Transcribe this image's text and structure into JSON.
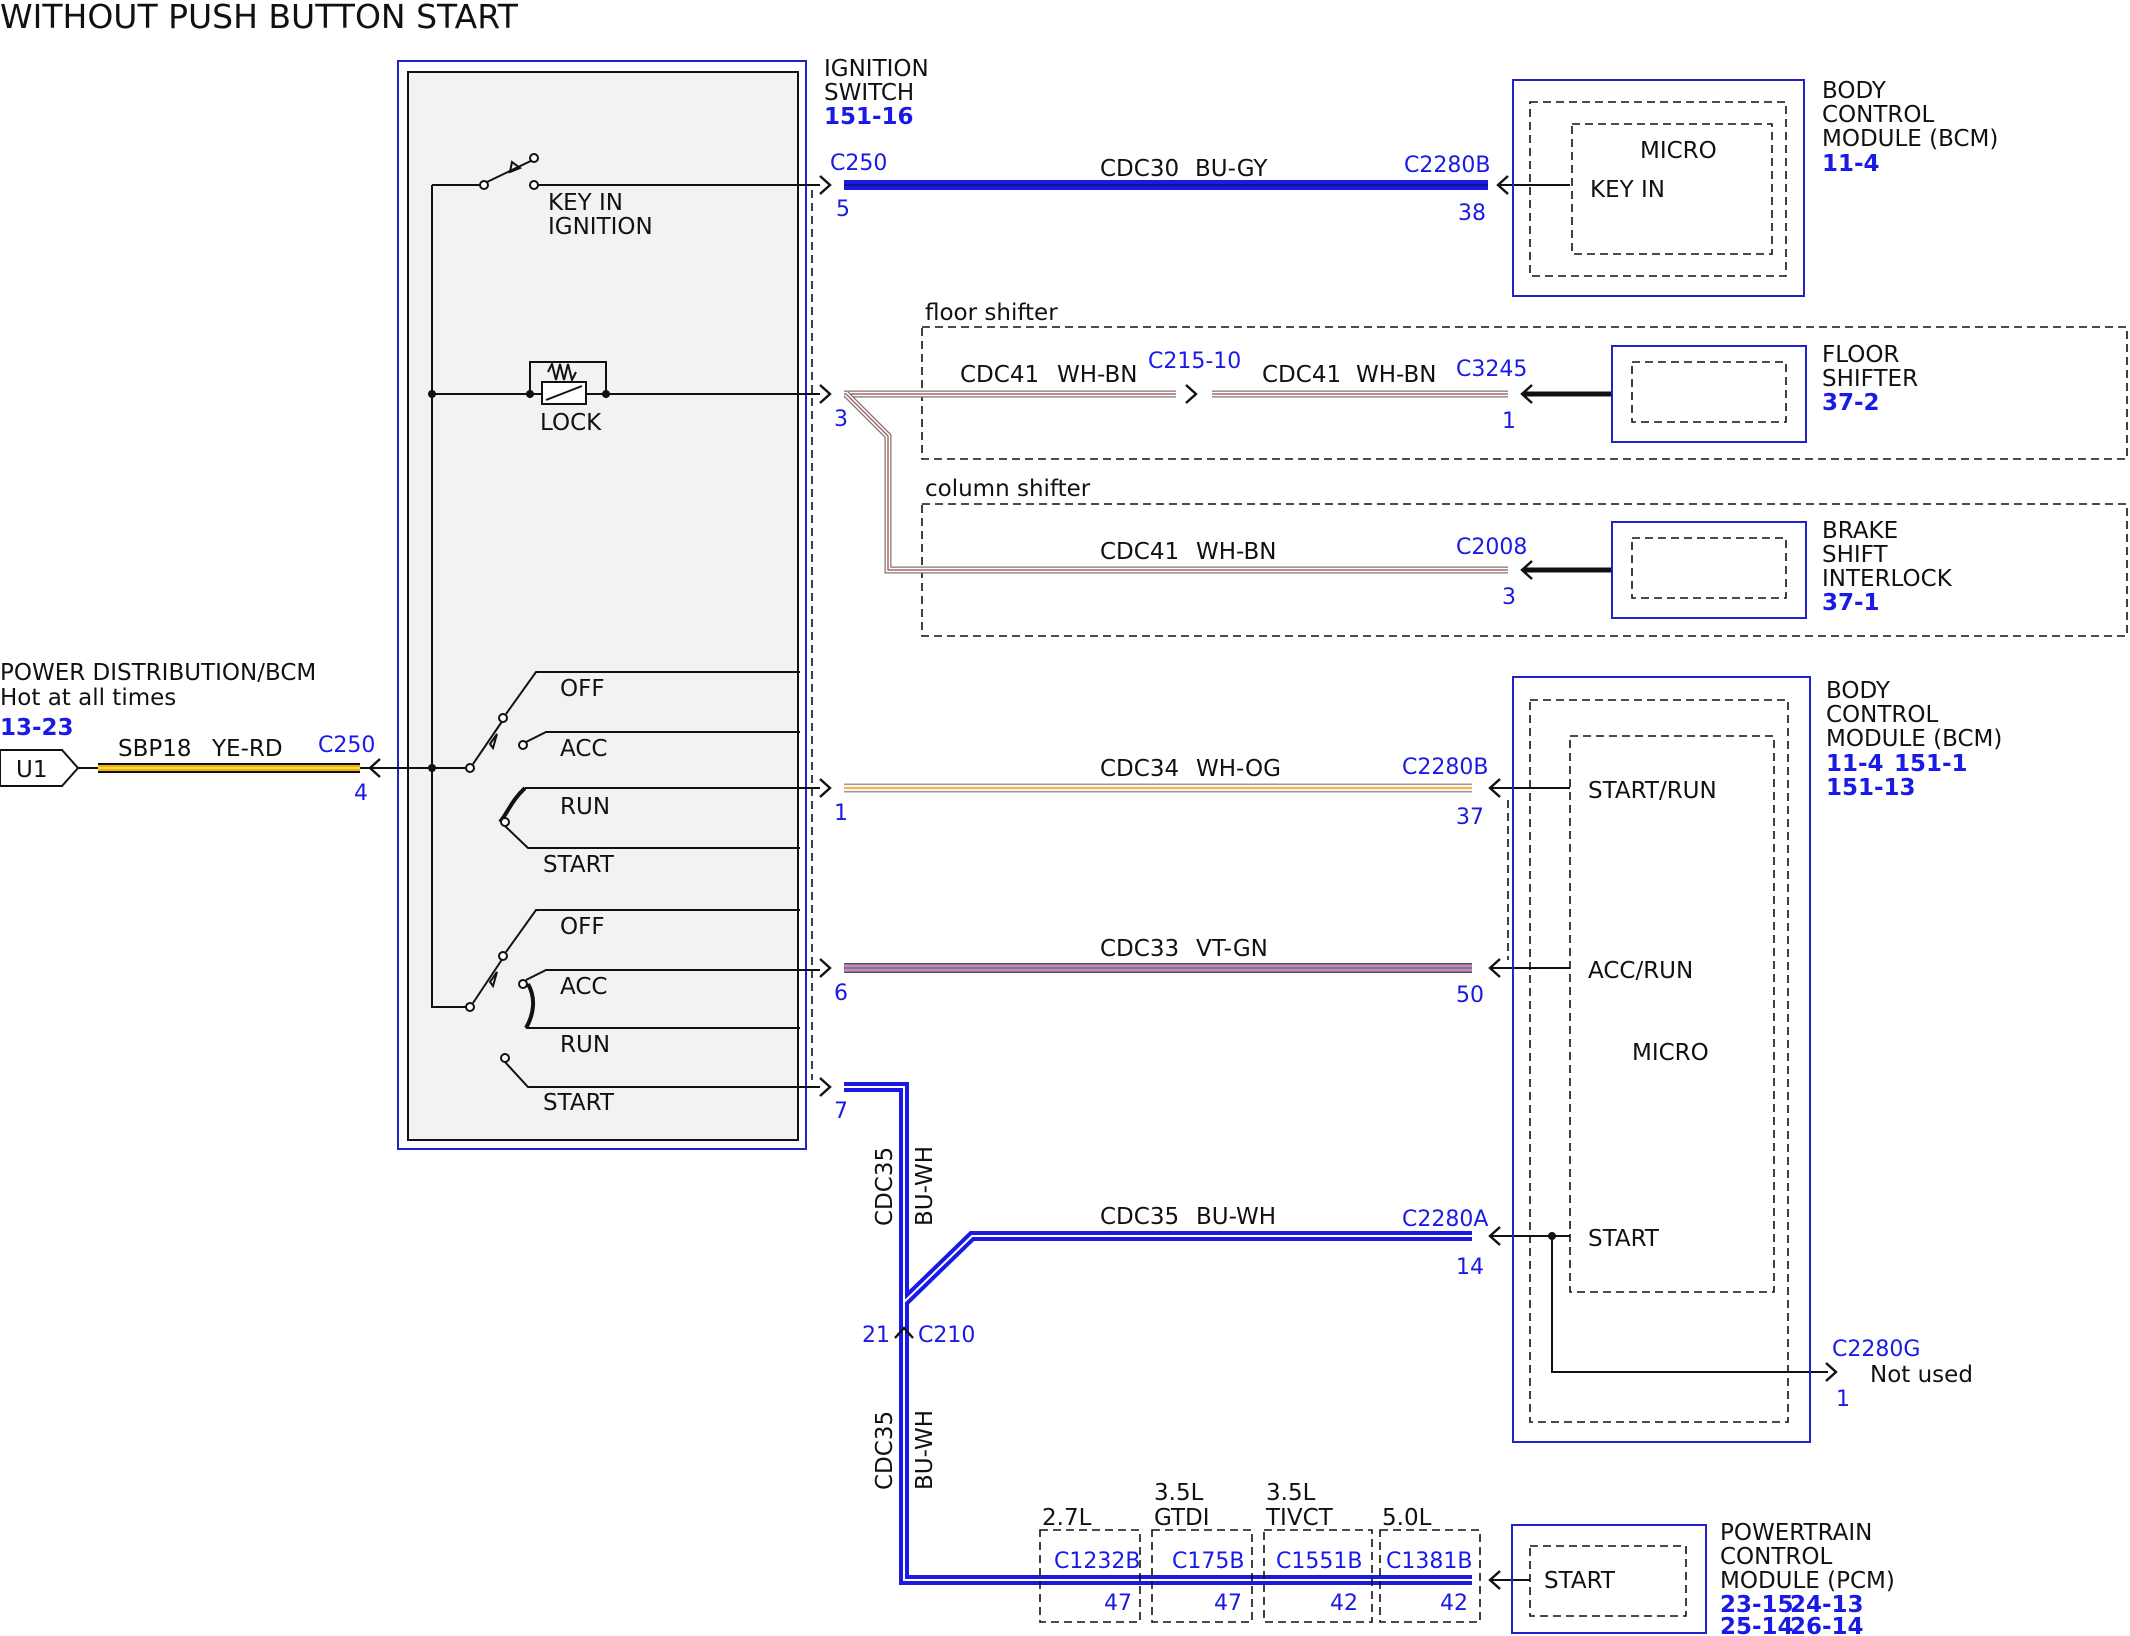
{
  "title": "WITHOUT PUSH BUTTON START",
  "ignition_switch": {
    "name_lines": [
      "IGNITION",
      "SWITCH"
    ],
    "ref": "151-16"
  },
  "switch_labels": {
    "key_in": [
      "KEY IN",
      "IGNITION"
    ],
    "lock": "LOCK",
    "positions_1": [
      "OFF",
      "ACC",
      "RUN",
      "START"
    ],
    "positions_2": [
      "OFF",
      "ACC",
      "RUN",
      "START"
    ]
  },
  "power_source": {
    "lines": [
      "POWER DISTRIBUTION/BCM",
      "Hot at all times"
    ],
    "ref": "13-23",
    "terminal": "U1",
    "circuit": "SBP18",
    "color": "YE-RD",
    "connector": "C250",
    "pin": "4"
  },
  "wires": {
    "key_in": {
      "circuit": "CDC30",
      "color": "BU-GY",
      "from_conn": "C250",
      "from_pin": "5",
      "to_conn": "C2280B",
      "to_pin": "38"
    },
    "floor_a": {
      "circuit": "CDC41",
      "color": "WH-BN",
      "from_pin": "3",
      "inline_conn": "C215-10"
    },
    "floor_b": {
      "circuit": "CDC41",
      "color": "WH-BN",
      "to_conn": "C3245",
      "to_pin": "1"
    },
    "column": {
      "circuit": "CDC41",
      "color": "WH-BN",
      "to_conn": "C2008",
      "to_pin": "3"
    },
    "start_run": {
      "circuit": "CDC34",
      "color": "WH-OG",
      "from_pin": "1",
      "to_conn": "C2280B",
      "to_pin": "37"
    },
    "acc_run": {
      "circuit": "CDC33",
      "color": "VT-GN",
      "from_pin": "6",
      "to_pin": "50"
    },
    "start": {
      "circuit": "CDC35",
      "color": "BU-WH",
      "from_pin": "7",
      "to_conn": "C2280A",
      "to_pin": "14"
    },
    "start_vertical": {
      "circuit": "CDC35",
      "color": "BU-WH"
    },
    "splice": {
      "conn": "C210",
      "pin": "21"
    },
    "pcm_vertical": {
      "circuit": "CDC35",
      "color": "BU-WH"
    }
  },
  "option_boxes": {
    "floor": "floor shifter",
    "column": "column shifter"
  },
  "modules": {
    "bcm_top": {
      "name_lines": [
        "BODY",
        "CONTROL",
        "MODULE (BCM)"
      ],
      "ref": "11-4",
      "micro": "MICRO",
      "pin_label": "KEY IN"
    },
    "floor_shifter": {
      "name_lines": [
        "FLOOR",
        "SHIFTER"
      ],
      "ref": "37-2"
    },
    "bsi": {
      "name_lines": [
        "BRAKE",
        "SHIFT",
        "INTERLOCK"
      ],
      "ref": "37-1"
    },
    "bcm_bottom": {
      "name_lines": [
        "BODY",
        "CONTROL",
        "MODULE (BCM)"
      ],
      "refs": [
        "11-4",
        "151-1",
        "151-13"
      ],
      "pins": [
        "START/RUN",
        "ACC/RUN",
        "START"
      ],
      "micro": "MICRO",
      "unused_conn": "C2280G",
      "unused_pin": "1",
      "unused_text": "Not used"
    },
    "pcm": {
      "name_lines": [
        "POWERTRAIN",
        "CONTROL",
        "MODULE (PCM)"
      ],
      "refs": [
        "23-15",
        "24-13",
        "25-14",
        "26-14"
      ],
      "pin_label": "START"
    }
  },
  "engine_options": [
    {
      "engine_lines": [
        "2.7L"
      ],
      "conn": "C1232B",
      "pin": "47"
    },
    {
      "engine_lines": [
        "3.5L",
        "GTDI"
      ],
      "conn": "C175B",
      "pin": "47"
    },
    {
      "engine_lines": [
        "3.5L",
        "TIVCT"
      ],
      "conn": "C1551B",
      "pin": "42"
    },
    {
      "engine_lines": [
        "5.0L"
      ],
      "conn": "C1381B",
      "pin": "42"
    }
  ],
  "colors": {
    "blue_wire": "#1a1ae6",
    "yellow_wire": "#f2b400",
    "violet_wire": "#c060c0",
    "ref_blue": "#1a1ae6"
  }
}
